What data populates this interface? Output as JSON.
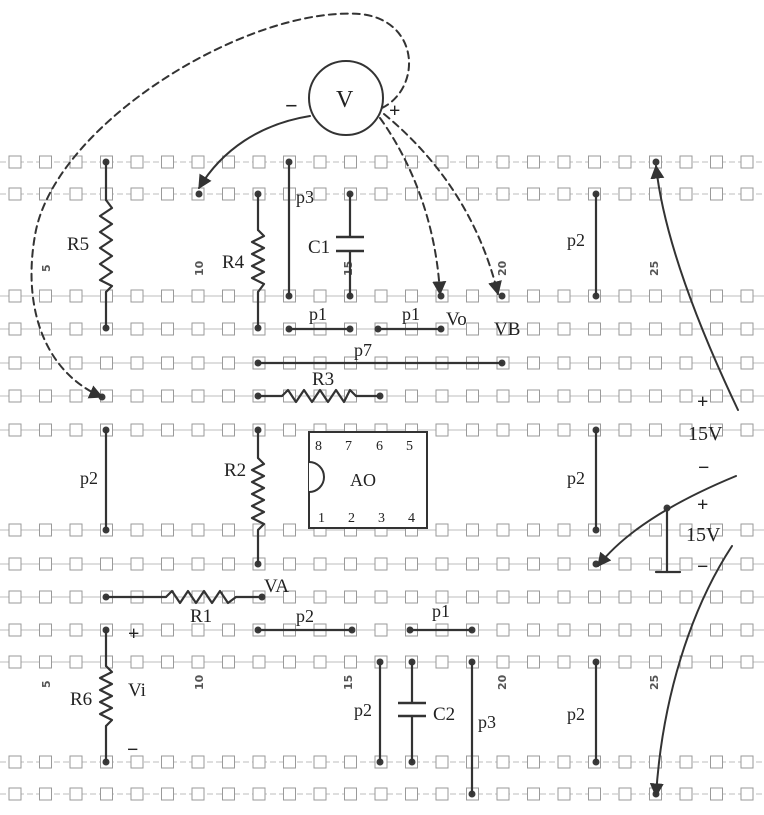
{
  "meter": {
    "symbol": "V",
    "minus": "−",
    "plus": "+"
  },
  "column_numbers": {
    "top": [
      "5",
      "10",
      "15",
      "20",
      "25"
    ],
    "bottom": [
      "5",
      "10",
      "15",
      "20",
      "25"
    ]
  },
  "ic": {
    "name": "AO",
    "pins_top": [
      "8",
      "7",
      "6",
      "5"
    ],
    "pins_bottom": [
      "1",
      "2",
      "3",
      "4"
    ]
  },
  "labels": {
    "p3_top": "p3",
    "c1": "C1",
    "r4": "R4",
    "r5": "R5",
    "p1_left": "p1",
    "p1_right": "p1",
    "vo": "Vo",
    "vb": "VB",
    "p7": "p7",
    "r3": "R3",
    "r2": "R2",
    "p2_mid_left": "p2",
    "va": "VA",
    "r1": "R1",
    "p2_mid": "p2",
    "p1_low": "p1",
    "r6": "R6",
    "vi": "Vi",
    "vi_plus": "+",
    "vi_minus": "−",
    "p2_bottom_left": "p2",
    "c2": "C2",
    "p3_bottom": "p3",
    "p2_right_top": "p2",
    "p2_right_mid": "p2",
    "p2_right_bottom": "p2",
    "supply1_plus": "+",
    "supply1_value": "15V",
    "supply1_minus": "−",
    "supply2_plus": "+",
    "supply2_value": "15V",
    "supply2_minus": "−"
  }
}
